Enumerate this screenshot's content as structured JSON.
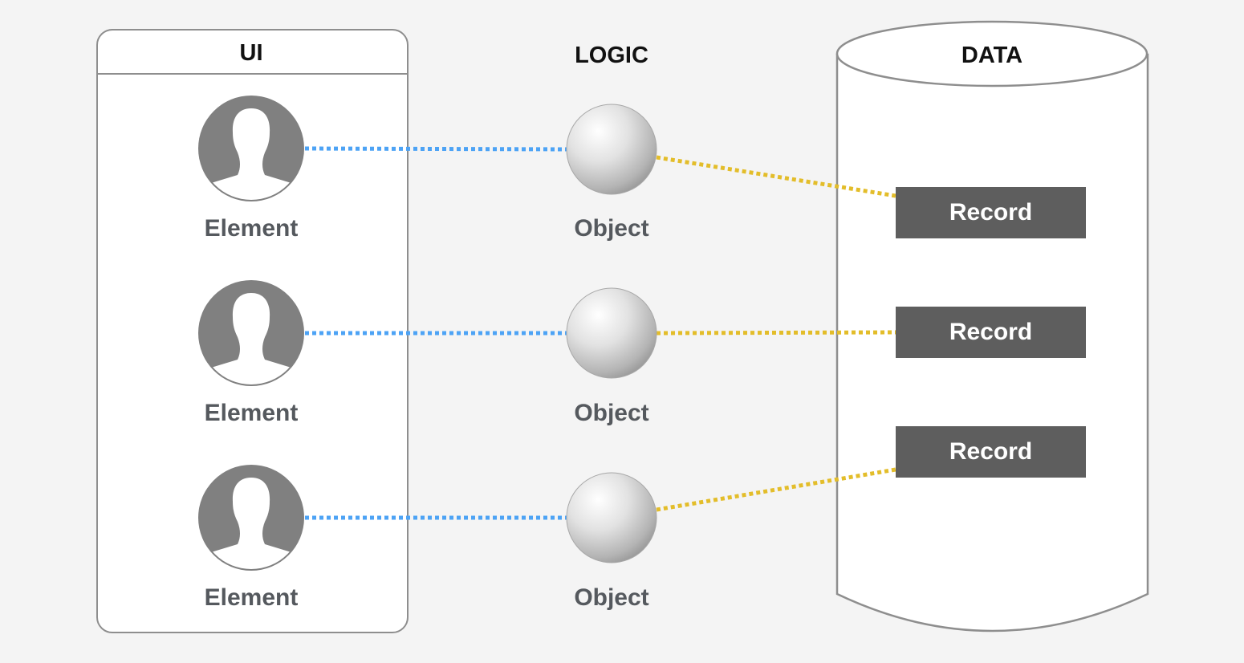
{
  "columns": {
    "ui": {
      "title": "UI"
    },
    "logic": {
      "title": "LOGIC"
    },
    "data": {
      "title": "DATA"
    }
  },
  "ui_elements": [
    {
      "label": "Element",
      "icon": "person-avatar-icon"
    },
    {
      "label": "Element",
      "icon": "person-avatar-icon"
    },
    {
      "label": "Element",
      "icon": "person-avatar-icon"
    }
  ],
  "logic_objects": [
    {
      "label": "Object",
      "icon": "sphere-icon"
    },
    {
      "label": "Object",
      "icon": "sphere-icon"
    },
    {
      "label": "Object",
      "icon": "sphere-icon"
    }
  ],
  "data_records": [
    {
      "label": "Record"
    },
    {
      "label": "Record"
    },
    {
      "label": "Record"
    }
  ],
  "connections": [
    {
      "from": "ui_elements.0",
      "to": "logic_objects.0",
      "style": "dotted",
      "color": "#4da3f5"
    },
    {
      "from": "ui_elements.1",
      "to": "logic_objects.1",
      "style": "dotted",
      "color": "#4da3f5"
    },
    {
      "from": "ui_elements.2",
      "to": "logic_objects.2",
      "style": "dotted",
      "color": "#4da3f5"
    },
    {
      "from": "logic_objects.0",
      "to": "data_records.0",
      "style": "dotted",
      "color": "#e3bd2a"
    },
    {
      "from": "logic_objects.1",
      "to": "data_records.1",
      "style": "dotted",
      "color": "#e3bd2a"
    },
    {
      "from": "logic_objects.2",
      "to": "data_records.2",
      "style": "dotted",
      "color": "#e3bd2a"
    }
  ],
  "colors": {
    "background": "#f4f4f4",
    "outline": "#8e8e8e",
    "avatar": "#808080",
    "record_fill": "#5e5e5e",
    "ui_link": "#4da3f5",
    "data_link": "#e3bd2a"
  }
}
